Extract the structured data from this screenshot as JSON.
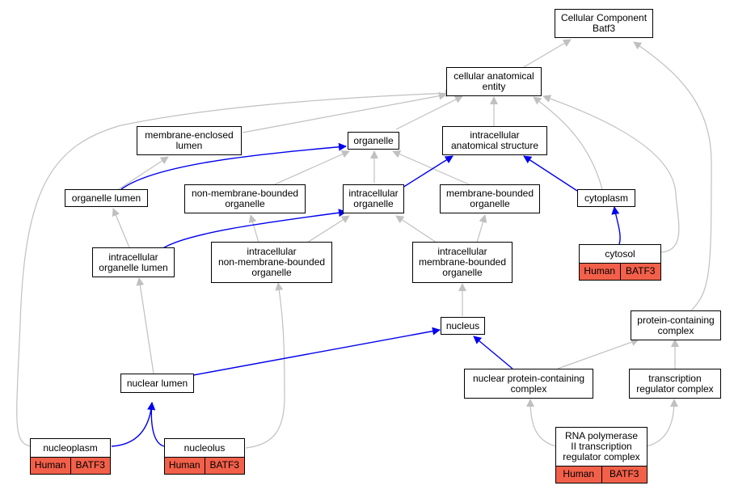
{
  "colors": {
    "is_a_edge": "#c0c0c0",
    "part_of_edge": "#0000ee",
    "annotation_fill": "#f2604a",
    "node_border": "#000000"
  },
  "nodes": {
    "root": "Cellular Component\nBatf3",
    "cellular_anatomical_entity": "cellular anatomical\nentity",
    "membrane_enclosed_lumen": "membrane-enclosed\nlumen",
    "organelle": "organelle",
    "intracellular_anatomical_structure": "intracellular\nanatomical structure",
    "organelle_lumen": "organelle lumen",
    "non_membrane_bounded_organelle": "non-membrane-bounded\norganelle",
    "intracellular_organelle": "intracellular\norganelle",
    "membrane_bounded_organelle": "membrane-bounded\norganelle",
    "cytoplasm": "cytoplasm",
    "cytosol": "cytosol",
    "intracellular_organelle_lumen": "intracellular\norganelle lumen",
    "intracellular_non_membrane_bounded_organelle": "intracellular\nnon-membrane-bounded\norganelle",
    "intracellular_membrane_bounded_organelle": "intracellular\nmembrane-bounded\norganelle",
    "nucleus": "nucleus",
    "protein_containing_complex": "protein-containing\ncomplex",
    "nuclear_lumen": "nuclear lumen",
    "nuclear_protein_containing_complex": "nuclear protein-containing\ncomplex",
    "transcription_regulator_complex": "transcription\nregulator complex",
    "nucleoplasm": "nucleoplasm",
    "nucleolus": "nucleolus",
    "rna_pol_ii_complex": "RNA polymerase\nII transcription\nregulator complex"
  },
  "annotations": {
    "cytosol": {
      "species": "Human",
      "gene": "BATF3"
    },
    "nucleoplasm": {
      "species": "Human",
      "gene": "BATF3"
    },
    "nucleolus": {
      "species": "Human",
      "gene": "BATF3"
    },
    "rna_pol_ii_complex": {
      "species": "Human",
      "gene": "BATF3"
    }
  }
}
